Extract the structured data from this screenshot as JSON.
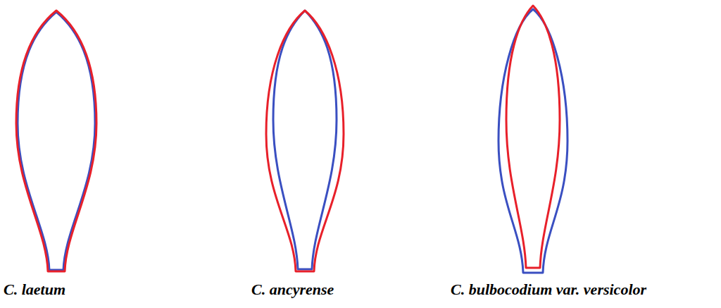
{
  "diagram": {
    "labels": [
      "C. laetum",
      "C. ancyrense",
      "C. bulbocodium var. versicolor"
    ]
  }
}
